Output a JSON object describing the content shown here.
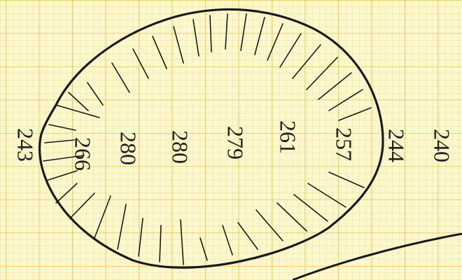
{
  "paper": {
    "background": "#fbf7cf",
    "grid_minor": "#f2d774",
    "grid_major": "#e8b93a",
    "ink": "#1a1a1a"
  },
  "elevations": {
    "left_outside": "243",
    "inside": [
      "266",
      "280",
      "280",
      "279",
      "261",
      "257"
    ],
    "right_rim": "244",
    "right_outside": "240"
  }
}
